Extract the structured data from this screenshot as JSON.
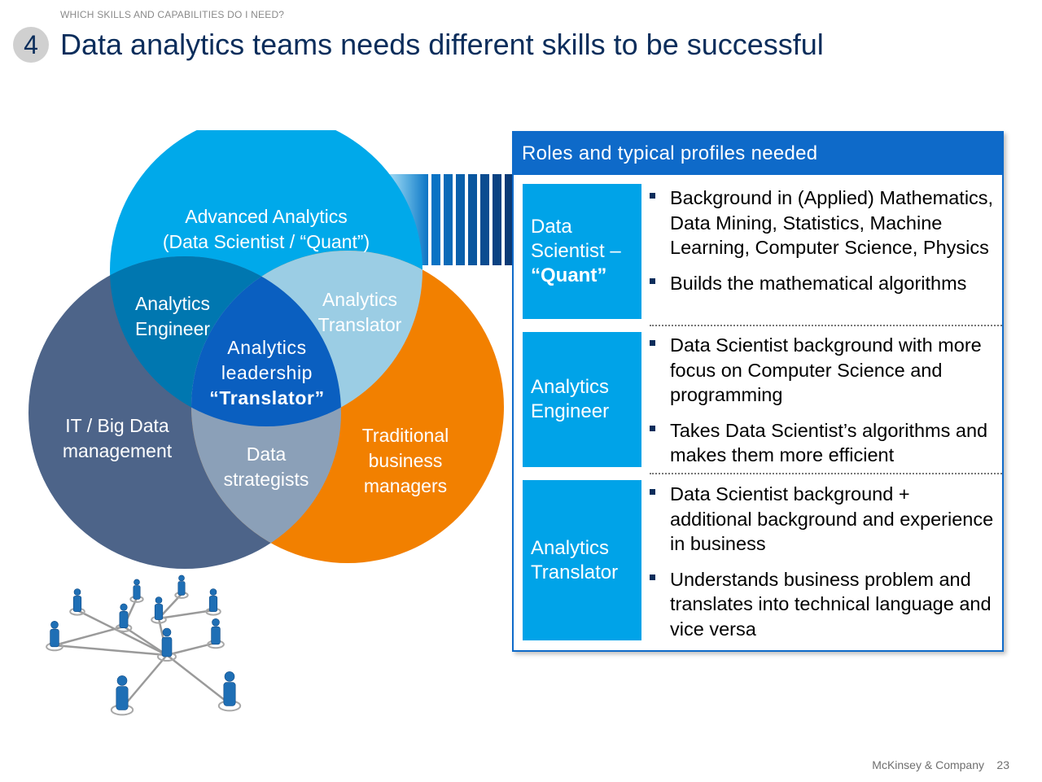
{
  "header": {
    "eyebrow": "WHICH SKILLS AND CAPABILITIES DO I NEED?",
    "number": "4",
    "title": "Data analytics teams needs different skills to be successful"
  },
  "venn": {
    "advanced": [
      "Advanced Analytics",
      "(Data Scientist / “Quant”)"
    ],
    "it": [
      "IT / Big Data",
      "management"
    ],
    "business": [
      "Traditional",
      "business",
      "managers"
    ],
    "engineer": [
      "Analytics",
      "Engineer"
    ],
    "translator": [
      "Analytics",
      "Translator"
    ],
    "strategists": [
      "Data",
      "strategists"
    ],
    "leadership": [
      "Analytics",
      "leadership"
    ],
    "leadership_bold": "“Translator”",
    "colors": {
      "advanced": "#00a9ea",
      "it": "#4d6489",
      "business": "#f28000",
      "engineer": "#0077b0",
      "translator": "#9bcde4",
      "strategists": "#8ba0b8",
      "leadership": "#0a5fc0"
    }
  },
  "panel": {
    "title": "Roles and typical profiles needed",
    "roles": [
      {
        "name": [
          "Data",
          "Scientist –"
        ],
        "name_bold": "“Quant”",
        "bullets": [
          "Background in (Applied) Mathematics, Data Mining, Statistics, Machine Learning, Computer Science, Physics",
          "Builds the mathematical algorithms"
        ]
      },
      {
        "name": [
          "Analytics",
          "Engineer"
        ],
        "bullets": [
          "Data Scientist background with more focus on Computer Science and programming",
          "Takes Data Scientist’s algorithms and makes them more efficient"
        ]
      },
      {
        "name": [
          "Analytics",
          "Translator"
        ],
        "bullets": [
          "Data Scientist background + additional background and experience in business",
          "Understands business problem and translates into technical language and vice versa"
        ]
      }
    ]
  },
  "footer": {
    "company": "McKinsey & Company",
    "page": "23"
  },
  "icons": {
    "network": "people-network-icon"
  }
}
